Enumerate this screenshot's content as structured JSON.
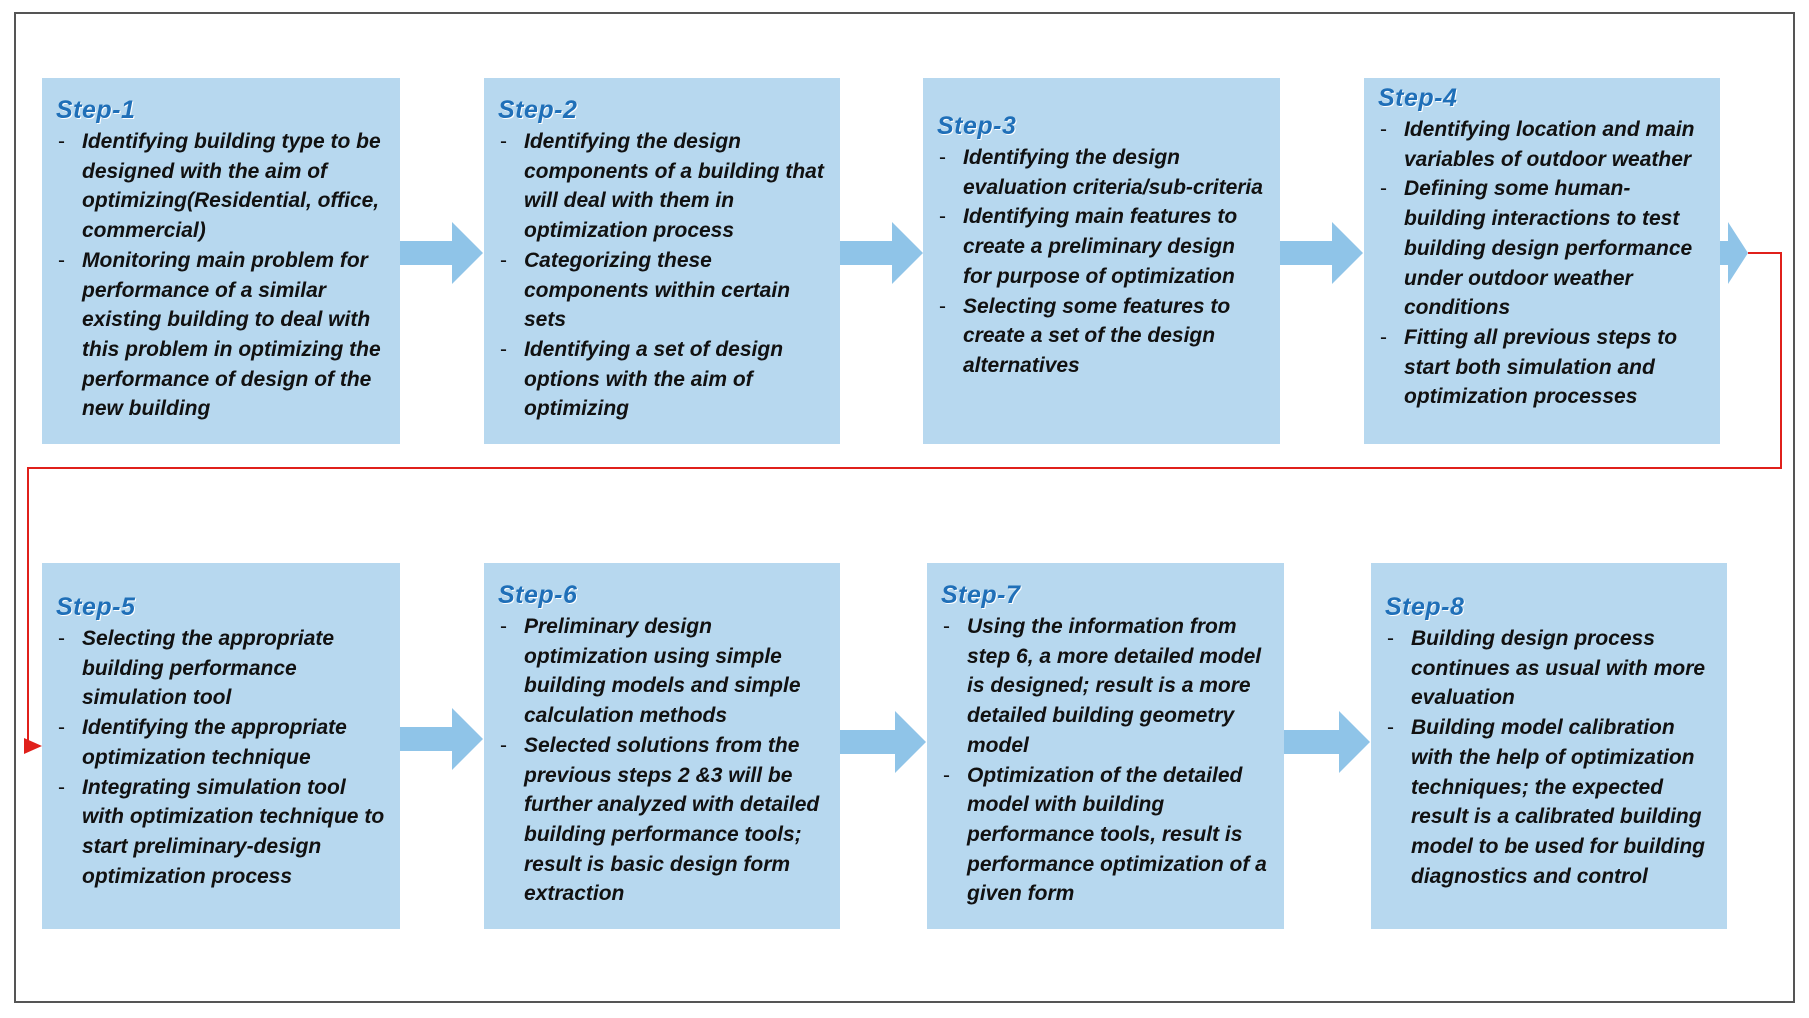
{
  "steps": [
    {
      "title": "Step-1",
      "items": [
        "Identifying building type to be designed with the aim of optimizing(Residential, office, commercial)",
        "Monitoring main problem for performance of a similar existing building to deal with this problem in optimizing the performance of design of the new building"
      ]
    },
    {
      "title": "Step-2",
      "items": [
        "Identifying the design components of a building that will deal with them in optimization process",
        "Categorizing these components within certain sets",
        "Identifying a set of design options with the aim of optimizing"
      ]
    },
    {
      "title": "Step-3",
      "items": [
        " Identifying the design evaluation criteria/sub-criteria",
        "Identifying main features to create a preliminary design for purpose of optimization",
        "Selecting some features to create a set of the design alternatives"
      ]
    },
    {
      "title": "Step-4",
      "items": [
        "Identifying location and main variables of outdoor weather",
        "Defining some human-building interactions to test building design performance under outdoor weather conditions",
        "Fitting all previous steps to start both simulation and optimization processes"
      ]
    },
    {
      "title": "Step-5",
      "items": [
        "Selecting the appropriate building performance simulation tool",
        "Identifying the appropriate optimization technique",
        "Integrating simulation tool with optimization technique to start preliminary-design optimization process"
      ]
    },
    {
      "title": "Step-6",
      "items": [
        "Preliminary design optimization using simple building models and simple calculation methods",
        "Selected solutions from the previous steps 2 &3 will be further analyzed with detailed building performance tools; result is basic design form extraction"
      ]
    },
    {
      "title": "Step-7",
      "items": [
        "Using the information from step 6, a more detailed model is designed; result is a more detailed building geometry model",
        "Optimization of the detailed model with building performance tools, result is performance optimization of a given form"
      ]
    },
    {
      "title": "Step-8",
      "items": [
        "Building design process continues as usual with more evaluation",
        " Building model calibration with the help of optimization techniques; the expected result is a calibrated building model to be used for building diagnostics and control"
      ]
    }
  ],
  "colors": {
    "box_fill": "#b7d8ef",
    "title": "#1f6fb8",
    "arrow": "#8fc4e8",
    "connector": "#e0201b"
  }
}
